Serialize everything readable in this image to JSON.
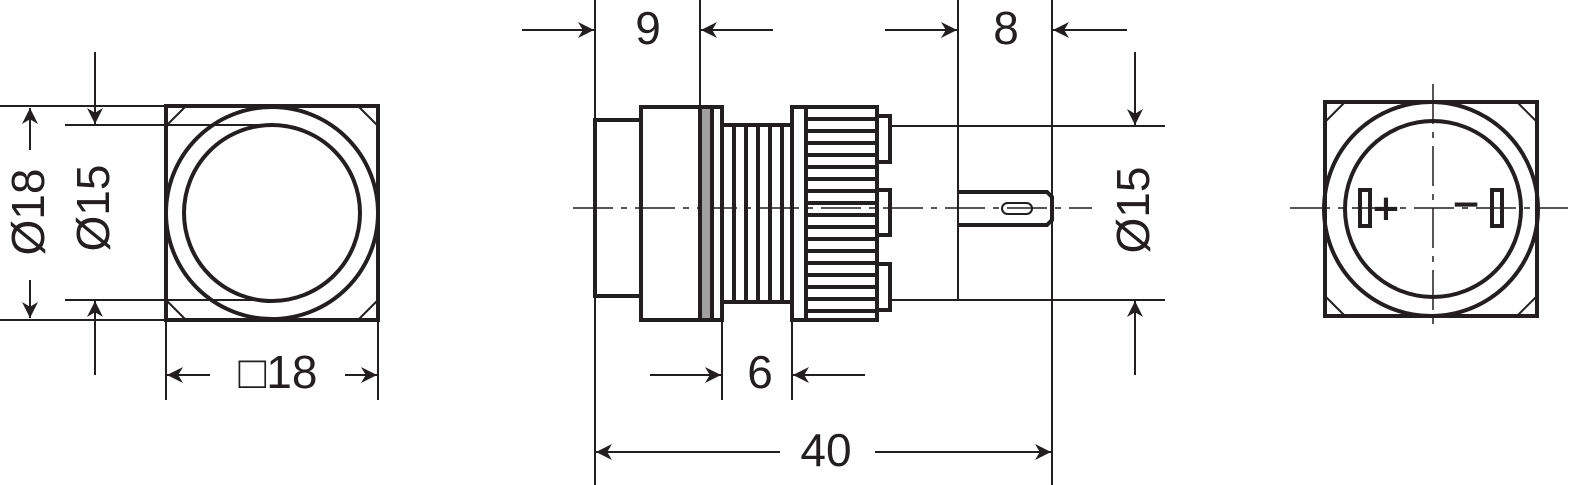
{
  "drawing": {
    "front_view": {
      "dia_outer": "Ø18",
      "dia_inner": "Ø15",
      "square": "□18"
    },
    "side_view": {
      "dim_top_left": "9",
      "dim_top_right": "8",
      "dim_bottom_mid": "6",
      "dim_overall": "40",
      "dia_body": "Ø15"
    },
    "rear_view": {
      "plus": "+",
      "minus": "−"
    },
    "colors": {
      "line": "#231f20",
      "ring_fill": "#a0a0a0"
    }
  }
}
